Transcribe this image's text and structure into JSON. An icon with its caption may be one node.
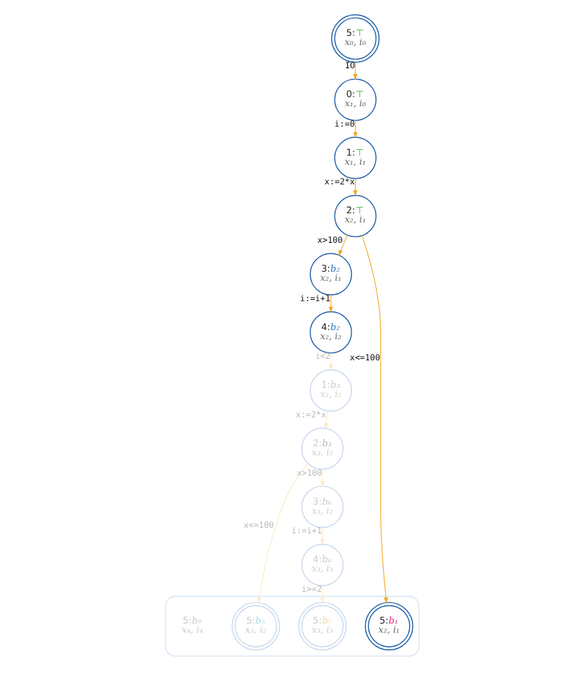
{
  "diagram": {
    "nodes": [
      {
        "text": [
          "5:⊤",
          "x₀, i₀"
        ]
      },
      {
        "text": [
          "0:⊤",
          "x₁, i₀"
        ]
      },
      {
        "text": [
          "1:⊤",
          "x₁, i₁"
        ]
      },
      {
        "text": [
          "2:⊤",
          "x₂, i₁"
        ]
      },
      {
        "text": [
          "3:b₂",
          "x₂, i₁"
        ]
      },
      {
        "text": [
          "4:b₂",
          "x₂, i₂"
        ]
      },
      {
        "text": [],
        "shape": "box"
      },
      {
        "text": [
          "5:b₁",
          "x₂, i₁"
        ],
        "in": 6
      },
      {
        "text": [
          "1:b₃",
          "x₂, i₂"
        ]
      },
      {
        "text": [
          "2:b₃",
          "x₃, i₂"
        ]
      },
      {
        "text": [
          "3:b₆",
          "x₃, i₂"
        ]
      },
      {
        "text": [
          "4:b₆",
          "x₃, i₃"
        ]
      },
      {
        "text": [
          "5:b₅",
          "x₃, i₂"
        ],
        "in": 6
      },
      {
        "text": [
          "5:b₇",
          "x₃, i₃"
        ],
        "in": 6
      },
      {
        "text": [
          "5:b₉",
          "x₄, i₄"
        ],
        "in": 6
      }
    ],
    "edges": [
      {
        "from": 0,
        "to": 1,
        "arrow": "to",
        "label": "IO"
      },
      {
        "from": 1,
        "to": 2,
        "arrow": "to",
        "label": "i:=0"
      },
      {
        "from": 2,
        "to": 3,
        "arrow": "to",
        "label": "x:=2*x"
      },
      {
        "from": 3,
        "to": 4,
        "arrow": "to",
        "label": "x>100"
      },
      {
        "from": 3,
        "to": 7,
        "arrow": "to",
        "label": "x<=100"
      },
      {
        "from": 4,
        "to": 5,
        "arrow": "to",
        "label": "i:=i+1"
      },
      {
        "from": 5,
        "to": 8,
        "arrow": "to",
        "label": "i<2",
        "color": "#fde9c6"
      },
      {
        "from": 8,
        "to": 9,
        "arrow": "to",
        "label": "x:=2*x",
        "color": "#fde9c6"
      },
      {
        "from": 9,
        "to": 10,
        "arrow": "to",
        "label": "x>100",
        "color": "#fde9c6"
      },
      {
        "from": 9,
        "to": 12,
        "arrow": "to",
        "label": "x<=100",
        "color": "#fde9c6"
      },
      {
        "from": 10,
        "to": 11,
        "arrow": "to",
        "label": "i:=i+1",
        "color": "#fde9c6"
      },
      {
        "from": 11,
        "to": 13,
        "arrow": "to",
        "label": "i>=2",
        "color": "#fde9c6"
      }
    ]
  }
}
